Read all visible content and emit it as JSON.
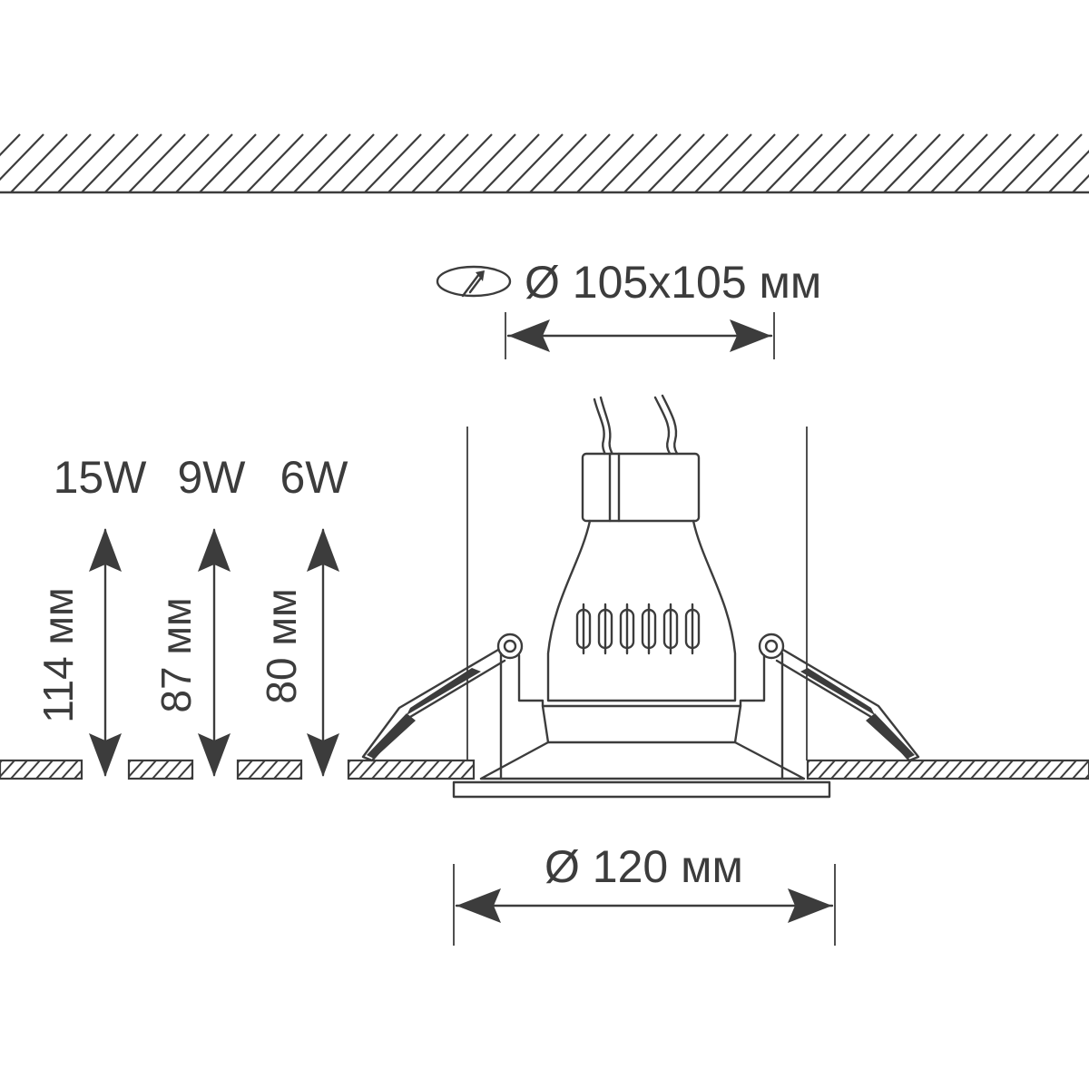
{
  "cutout": {
    "label": "Ø 105x105 мм",
    "icon": "rotation-cut-icon"
  },
  "outer_diameter": {
    "label": "Ø 120 мм"
  },
  "variants": [
    {
      "power": "15W",
      "height": "114 мм"
    },
    {
      "power": "9W",
      "height": "87 мм"
    },
    {
      "power": "6W",
      "height": "80 мм"
    }
  ],
  "colors": {
    "line": "#3c3c3c",
    "background": "#ffffff"
  }
}
